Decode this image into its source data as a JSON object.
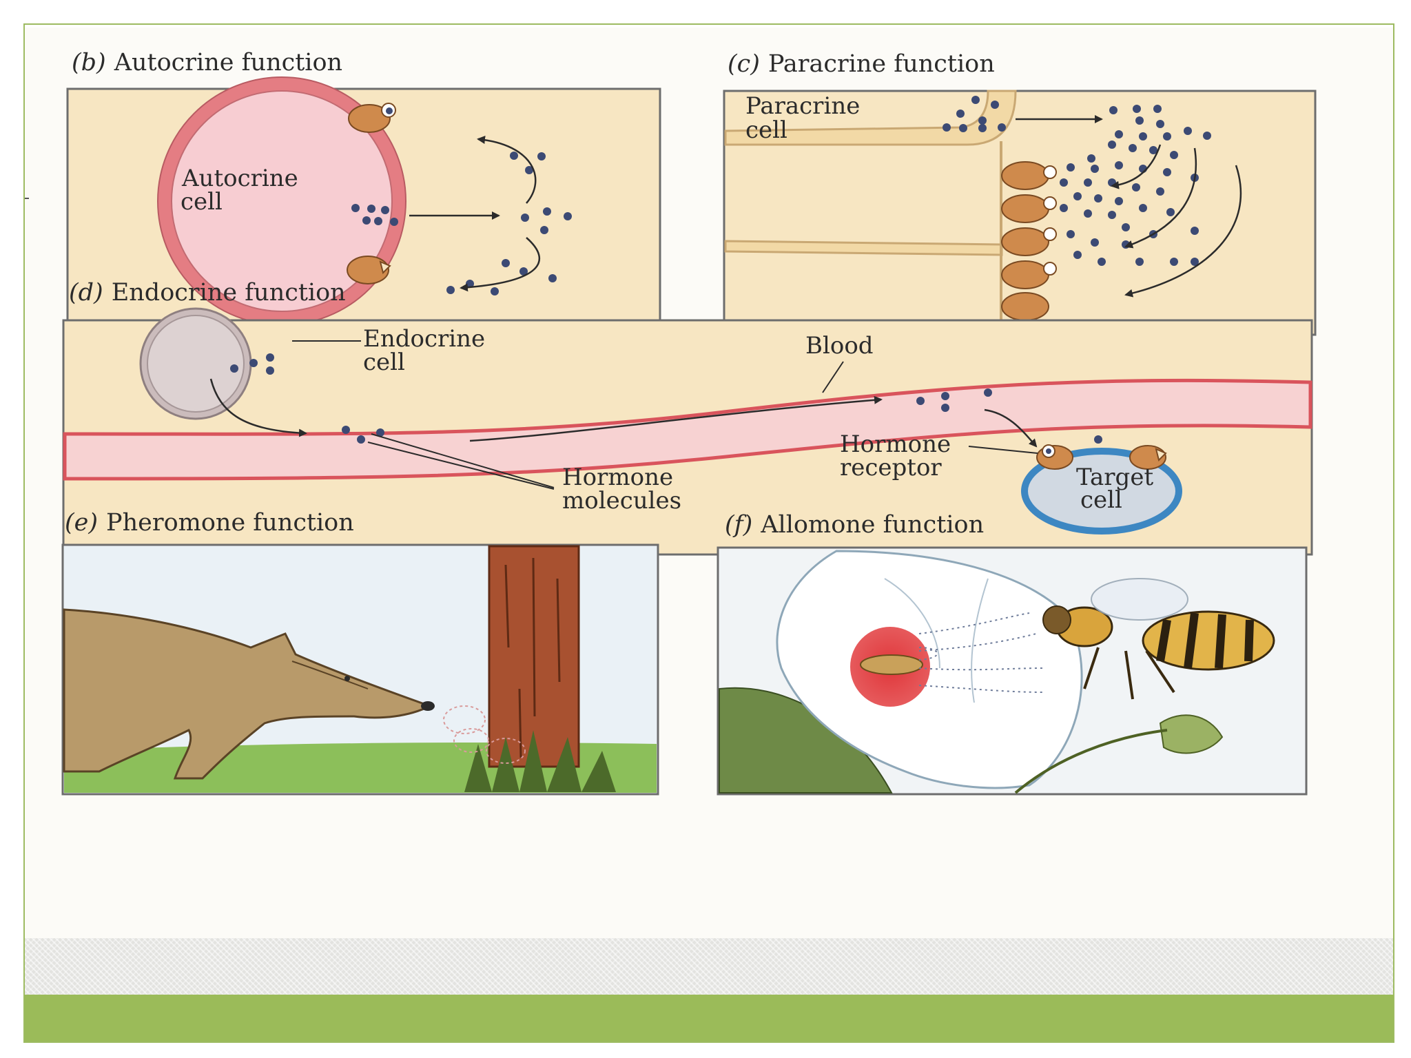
{
  "panels": {
    "autocrine": {
      "letter": "(b)",
      "title": "Autocrine function",
      "cell_label_line1": "Autocrine",
      "cell_label_line2": "cell"
    },
    "paracrine": {
      "letter": "(c)",
      "title": "Paracrine function",
      "cell_label_line1": "Paracrine",
      "cell_label_line2": "cell"
    },
    "endocrine": {
      "letter": "(d)",
      "title": "Endocrine function",
      "cell_label_line1": "Endocrine",
      "cell_label_line2": "cell",
      "blood_label": "Blood",
      "receptor_label_line1": "Hormone",
      "receptor_label_line2": "receptor",
      "molecules_label_line1": "Hormone",
      "molecules_label_line2": "molecules",
      "target_label_line1": "Target",
      "target_label_line2": "cell"
    },
    "pheromone": {
      "letter": "(e)",
      "title": "Pheromone function"
    },
    "allomone": {
      "letter": "(f)",
      "title": "Allomone function"
    }
  },
  "colors": {
    "panel_fill": "#f7e6c2",
    "cell_membrane": "#d9747a",
    "cell_inner": "#f6c9cf",
    "receptor": "#cf8a4c",
    "molecule": "#3c4a74",
    "blood_vessel": "#f7d2d2",
    "target_cell": "#3d87c2",
    "slide_accent": "#9bbb59"
  },
  "icons": [
    "wolf-illustration",
    "tree-trunk-illustration",
    "flower-illustration",
    "bee-illustration"
  ]
}
